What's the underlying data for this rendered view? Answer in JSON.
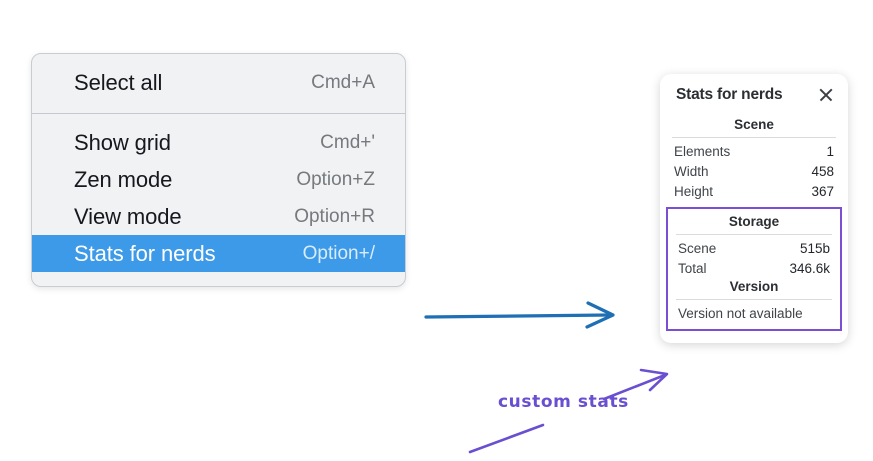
{
  "context_menu": {
    "name": "canvas-context-menu",
    "groups": [
      {
        "items": [
          {
            "label": "Select all",
            "shortcut": "Cmd+A",
            "selected": false
          }
        ]
      },
      {
        "items": [
          {
            "label": "Show grid",
            "shortcut": "Cmd+'",
            "selected": false
          },
          {
            "label": "Zen mode",
            "shortcut": "Option+Z",
            "selected": false
          },
          {
            "label": "View mode",
            "shortcut": "Option+R",
            "selected": false
          },
          {
            "label": "Stats for nerds",
            "shortcut": "Option+/",
            "selected": true
          }
        ]
      }
    ],
    "highlight_color": "#3d9ae8",
    "background_color": "#f1f2f4"
  },
  "stats_panel": {
    "title": "Stats for nerds",
    "close_icon": "close-icon",
    "sections": [
      {
        "id": "scene",
        "heading": "Scene",
        "rows": [
          {
            "label": "Elements",
            "value": "1"
          },
          {
            "label": "Width",
            "value": "458"
          },
          {
            "label": "Height",
            "value": "367"
          }
        ]
      },
      {
        "id": "storage",
        "heading": "Storage",
        "rows": [
          {
            "label": "Scene",
            "value": "515b"
          },
          {
            "label": "Total",
            "value": "346.6k"
          }
        ]
      },
      {
        "id": "version",
        "heading": "Version",
        "text": "Version not available"
      }
    ],
    "highlight_border_color": "#7b4fd4"
  },
  "annotations": {
    "note_text": "custom stats",
    "note_color": "#6a4fd0",
    "blue_arrow_color": "#1f6fb5",
    "purple_arrow_color": "#6a4fd0"
  }
}
